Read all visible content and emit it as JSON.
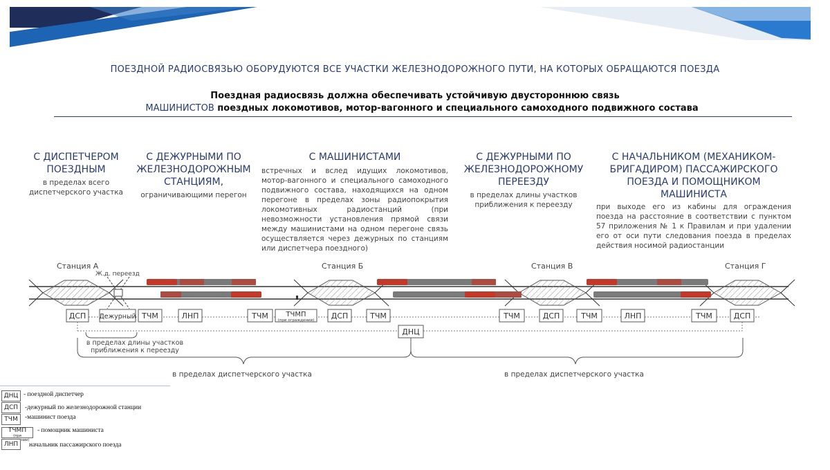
{
  "header": {
    "title": "ПОЕЗДНОЙ РАДИОСВЯЗЬЮ ОБОРУДУЮТСЯ ВСЕ УЧАСТКИ ЖЕЛЕЗНОДОРОЖНОГО ПУТИ, НА КОТОРЫХ ОБРАЩАЮТСЯ ПОЕЗДА",
    "subtitle_line1": "Поездная радиосвязь должна обеспечивать устойчивую двустороннюю связь",
    "subtitle_highlight": "МАШИНИСТОВ",
    "subtitle_line2_rest": " поездных локомотивов, мотор-вагонного и специального самоходного подвижного состава"
  },
  "columns": [
    {
      "heading": "С ДИСПЕТЧЕРОМ ПОЕЗДНЫМ",
      "text": "в пределах всего диспетчерского участка"
    },
    {
      "heading": "С ДЕЖУРНЫМИ ПО ЖЕЛЕЗНОДОРОЖНЫМ СТАНЦИЯМ,",
      "text": "ограничивающими перегон"
    },
    {
      "heading": "С МАШИНИСТАМИ",
      "text": "встречных и вслед идущих локомотивов, мотор-вагонного и специального самоходного подвижного состава, находящихся на одном перегоне в пределах зоны радиопокрытия локомотивных радиостанций (при невозможности установления прямой связи между машинистами на одном перегоне связь осуществляется через дежурных по станциям или диспетчера поездного)"
    },
    {
      "heading": "С ДЕЖУРНЫМИ ПО ЖЕЛЕЗНОДОРОЖНОМУ ПЕРЕЕЗДУ",
      "text": "в пределах длины участков приближения к переезду"
    },
    {
      "heading": "С НАЧАЛЬНИКОМ (МЕХАНИКОМ-БРИГАДИРОМ) ПАССАЖИРСКОГО ПОЕЗДА И ПОМОЩНИКОМ МАШИНИСТА",
      "text": "при выходе его из кабины для ограждения поезда на расстояние в соответствии с пунктом 57 приложения № 1 к Правилам и при удалении его от оси пути следования поезда в пределах действия носимой радиостанции"
    }
  ],
  "diagram": {
    "stations": [
      "Станция А",
      "Станция Б",
      "Станция В",
      "Станция Г"
    ],
    "crossing_label": "Ж.д. переезд",
    "boxes": {
      "dsp": "ДСП",
      "duty": "Дежурный",
      "tchm": "ТЧМ",
      "lnp": "ЛНП",
      "tchmp": "ТЧМП",
      "tchmp_note": "(при ограждении)",
      "dnc": "ДНЦ"
    },
    "crossing_note": "в пределах длины участков приближения к переезду",
    "section_label_left": "в пределах диспетчерского участка",
    "section_label_right": "в пределах диспетчерского участка"
  },
  "legend": [
    {
      "code": "ДНЦ",
      "code_note": "",
      "text": "- поездной диспетчер"
    },
    {
      "code": "ДСП",
      "code_note": "",
      "text": "-дежурный по железнодорожной станции"
    },
    {
      "code": "ТЧМ",
      "code_note": "",
      "text": "-машинист поезда"
    },
    {
      "code": "ТЧМП",
      "code_note": "(при ограждении)",
      "text": "- помощник машиниста"
    },
    {
      "code": "ЛНП",
      "code_note": "",
      "text": "начальник пассажирского поезда"
    }
  ],
  "colors": {
    "navy": "#283c73",
    "accent_blue": "#1e64b4",
    "train_red": "#c0392b",
    "train_grey": "#6b6b6b"
  }
}
